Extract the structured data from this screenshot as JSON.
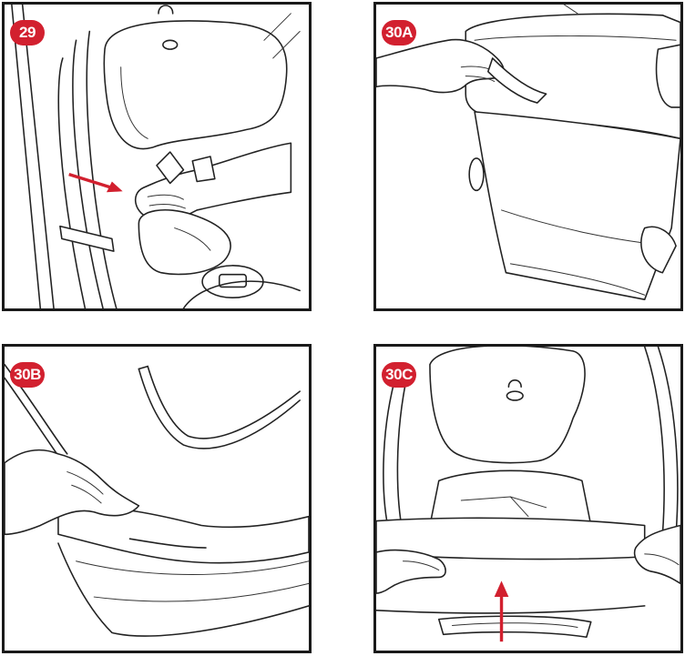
{
  "panels": [
    {
      "label": "29"
    },
    {
      "label": "30A"
    },
    {
      "label": "30B"
    },
    {
      "label": "30C"
    }
  ],
  "colors": {
    "badge": "#d2202f",
    "arrow": "#d2202f",
    "frame": "#1a1a1a"
  }
}
